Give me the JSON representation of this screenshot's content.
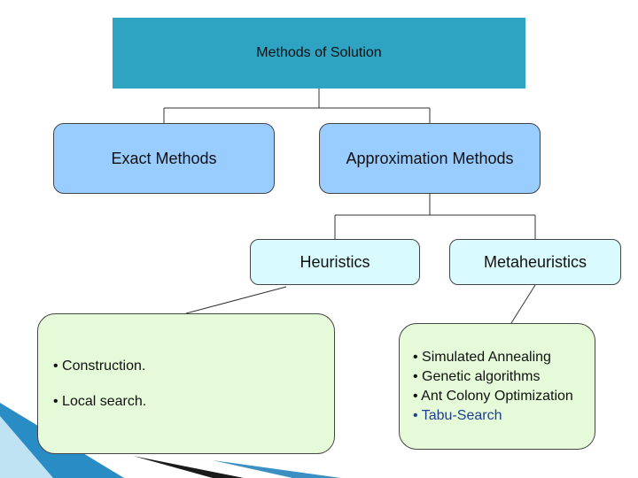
{
  "root": {
    "label": "Methods of Solution"
  },
  "branches": {
    "exact": {
      "label": "Exact Methods"
    },
    "approximation": {
      "label": "Approximation Methods"
    }
  },
  "approximation_children": {
    "heuristics": {
      "label": "Heuristics",
      "items": [
        "• Construction.",
        "• Local search."
      ]
    },
    "metaheuristics": {
      "label": "Metaheuristics",
      "items": [
        "• Simulated Annealing",
        "• Genetic algorithms",
        "• Ant Colony Optimization",
        "• Tabu-Search"
      ]
    }
  },
  "colors": {
    "root_fill": "#2ea3c2",
    "level1_fill": "#99ccff",
    "level2_fill": "#d9fbfd",
    "detail_fill": "#e5fad8",
    "tabu_text": "#1f3f8f",
    "decor_blue": "#2a8cc4"
  }
}
